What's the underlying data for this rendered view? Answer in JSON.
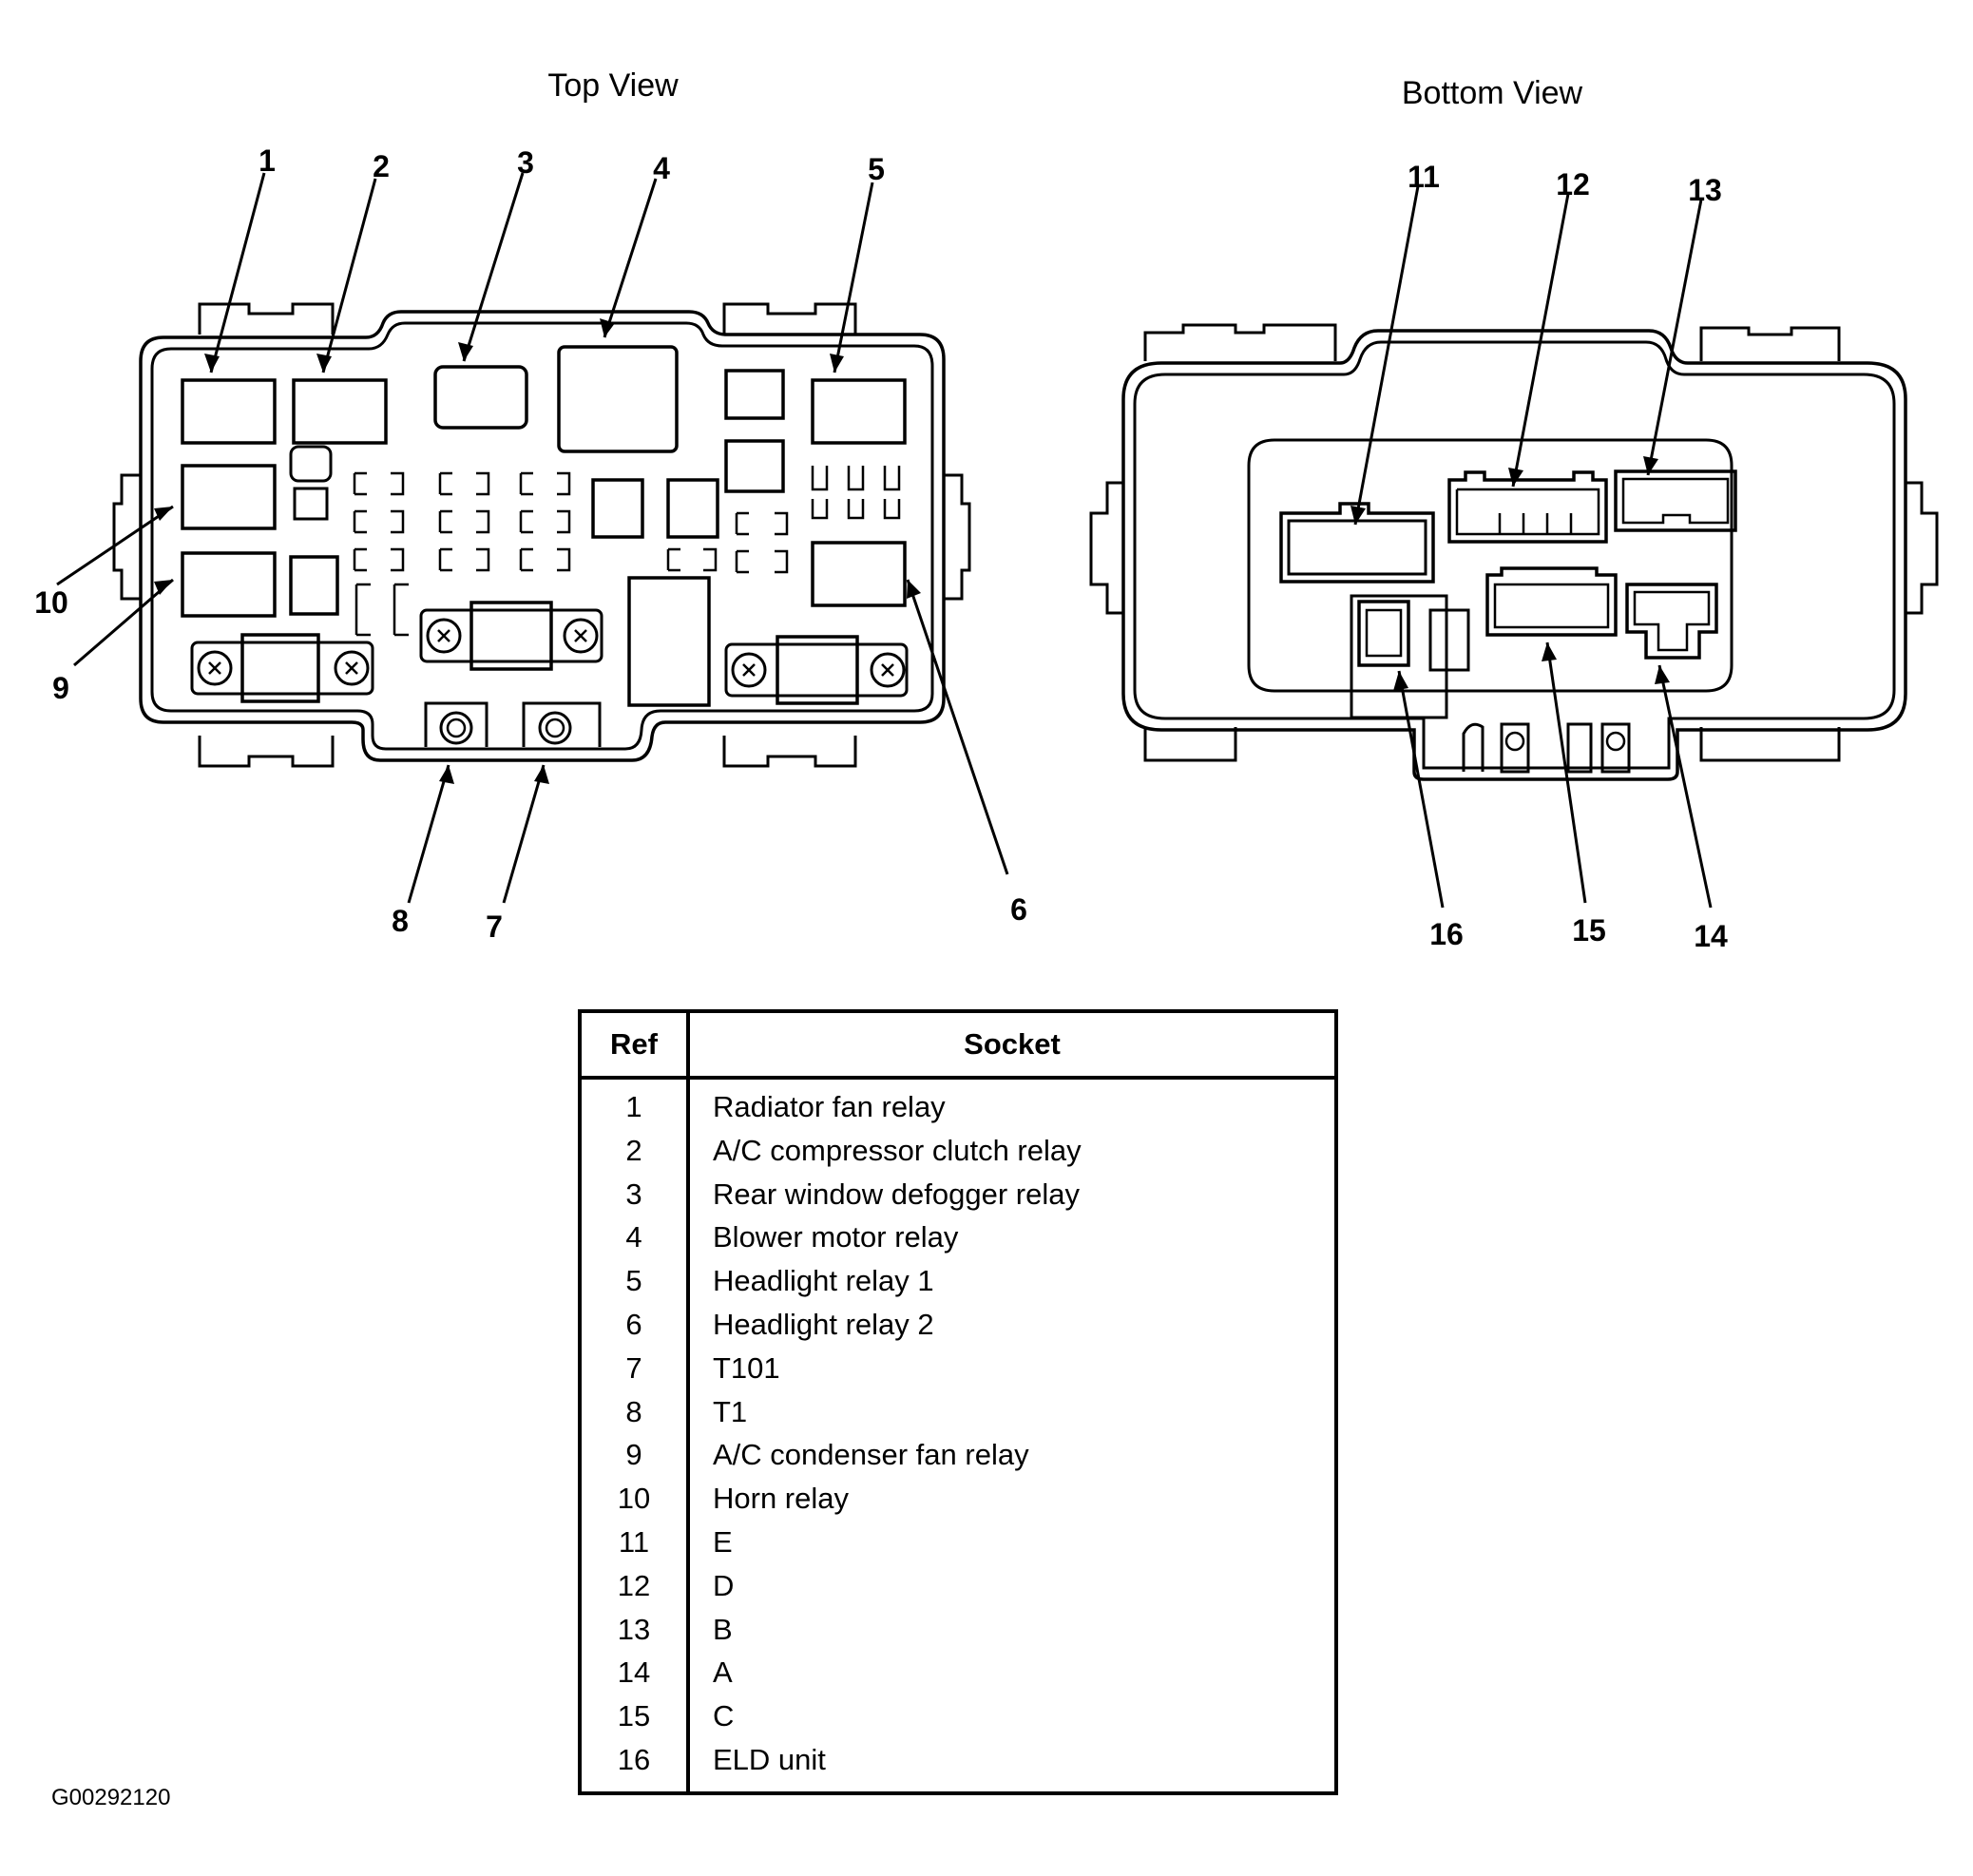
{
  "views": {
    "top_title": "Top View",
    "bottom_title": "Bottom View"
  },
  "callouts": [
    "1",
    "2",
    "3",
    "4",
    "5",
    "6",
    "7",
    "8",
    "9",
    "10",
    "11",
    "12",
    "13",
    "14",
    "15",
    "16"
  ],
  "table": {
    "headers": {
      "ref": "Ref",
      "socket": "Socket"
    },
    "rows": [
      {
        "ref": "1",
        "socket": "Radiator fan relay"
      },
      {
        "ref": "2",
        "socket": "A/C compressor clutch relay"
      },
      {
        "ref": "3",
        "socket": "Rear window defogger relay"
      },
      {
        "ref": "4",
        "socket": "Blower motor relay"
      },
      {
        "ref": "5",
        "socket": "Headlight relay 1"
      },
      {
        "ref": "6",
        "socket": "Headlight relay 2"
      },
      {
        "ref": "7",
        "socket": "T101"
      },
      {
        "ref": "8",
        "socket": "T1"
      },
      {
        "ref": "9",
        "socket": "A/C condenser fan relay"
      },
      {
        "ref": "10",
        "socket": "Horn relay"
      },
      {
        "ref": "11",
        "socket": "E"
      },
      {
        "ref": "12",
        "socket": "D"
      },
      {
        "ref": "13",
        "socket": "B"
      },
      {
        "ref": "14",
        "socket": "A"
      },
      {
        "ref": "15",
        "socket": "C"
      },
      {
        "ref": "16",
        "socket": "ELD unit"
      }
    ]
  },
  "figure_code": "G00292120"
}
